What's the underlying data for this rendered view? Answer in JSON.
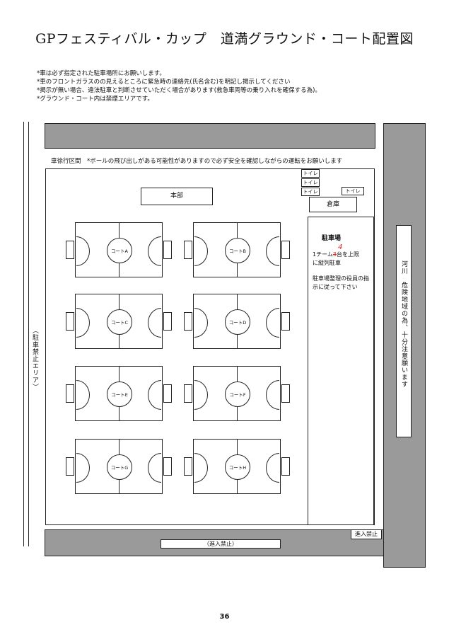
{
  "title": "GPフェスティバル・カップ　道満グラウンド・コート配置図",
  "notes": [
    "*車は必ず指定された駐車場所にお願いします。",
    "*車のフロントガラスのの見えるところに緊急時の連絡先(氏名含む)を明記し掲示してください",
    "*掲示が無い場合、違法駐車と判断させていただく場合があります(救急車両等の乗り入れを確保する為)。",
    "*グラウンド・コート内は禁煙エリアです。"
  ],
  "slow_notice": "車徐行区間　*ボールの飛び出しがある可能性がありますので必ず安全を確認しながらの運転をお願いします",
  "honbu": "本部",
  "toilets": [
    "トイレ",
    "トイレ",
    "トイレ",
    "トイレ"
  ],
  "storage": "倉庫",
  "parking": {
    "title": "駐車場",
    "line1_prefix": "1チーム",
    "line1_strike": "3",
    "line1_correction": "4",
    "line1_suffix": "台を上限",
    "line2": "に縦列駐車",
    "line3": "駐車場整理の役員の指示に従って下さい"
  },
  "courts": [
    "コートA",
    "コートB",
    "コートC",
    "コートD",
    "コートE",
    "コートF",
    "コートG",
    "コートH"
  ],
  "left_label": "（駐車禁止エリア）",
  "river_label": "河川　危険地域の為、十分注意願います",
  "no_entry_bottom": "（進入禁止）",
  "no_entry_corner": "進入禁止",
  "page_number": "36",
  "colors": {
    "road": "#9a9a9a",
    "correction": "#d22"
  }
}
